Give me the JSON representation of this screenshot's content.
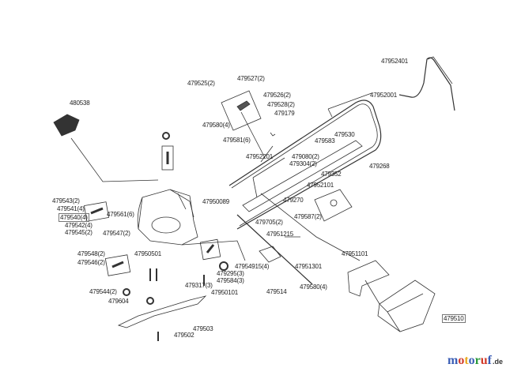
{
  "labels": [
    "47952401",
    "479525(2)",
    "479527(2)",
    "479526(2)",
    "47952001",
    "479528(2)",
    "480538",
    "479179",
    "479580(4)",
    "479530",
    "479583",
    "479581(6)",
    "47952201",
    "479080(2)",
    "479304(2)",
    "479268",
    "479352",
    "47952101",
    "47950089",
    "479270",
    "479543(2)",
    "479541(4)",
    "479540(4)",
    "479561(6)",
    "479587(2)",
    "479542(4)",
    "479545(2)",
    "479547(2)",
    "479705(2)",
    "47951215",
    "479548(2)",
    "47950501",
    "47951101",
    "479546(2)",
    "47954915(4)",
    "47951301",
    "479295(3)",
    "479584(3)",
    "479317(3)",
    "47950101",
    "479544(2)",
    "479514",
    "479580(4)",
    "479604",
    "479510",
    "479503",
    "479502"
  ],
  "logo": {
    "text": "motoruf",
    "tld": ".de",
    "colors": [
      "#3a5db5",
      "#d23a2a",
      "#e8a81c",
      "#3a5db5",
      "#2a9a3a",
      "#d23a2a",
      "#3a5db5"
    ]
  }
}
